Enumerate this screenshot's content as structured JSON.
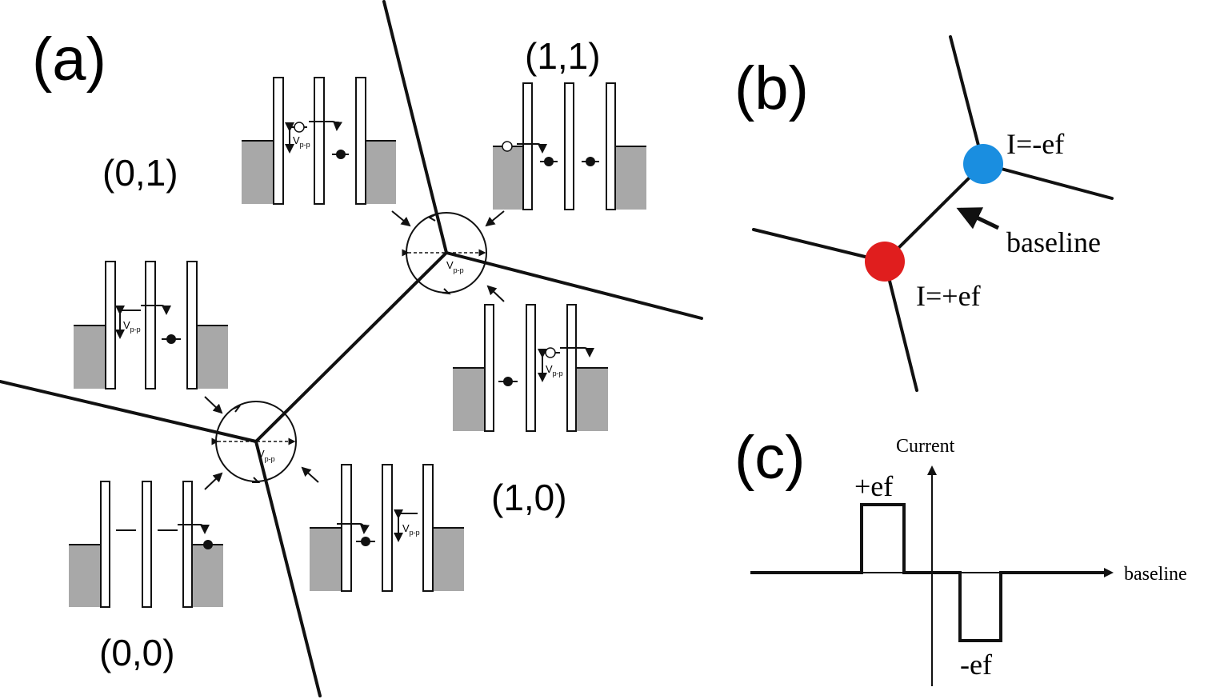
{
  "panels": {
    "a": {
      "label": "(a)",
      "states": [
        "(0,0)",
        "(0,1)",
        "(1,0)",
        "(1,1)"
      ],
      "vpp": "V",
      "vpp_sub": "p-p"
    },
    "b": {
      "label": "(b)",
      "point_minus": "I=-ef",
      "point_plus": "I=+ef",
      "baseline_label": "baseline",
      "colors": {
        "minus": "#1a8ee0",
        "plus": "#e01e1e"
      }
    },
    "c": {
      "label": "(c)",
      "ylabel": "Current",
      "xlabel": "baseline",
      "pos_label": "+ef",
      "neg_label": "-ef"
    }
  }
}
